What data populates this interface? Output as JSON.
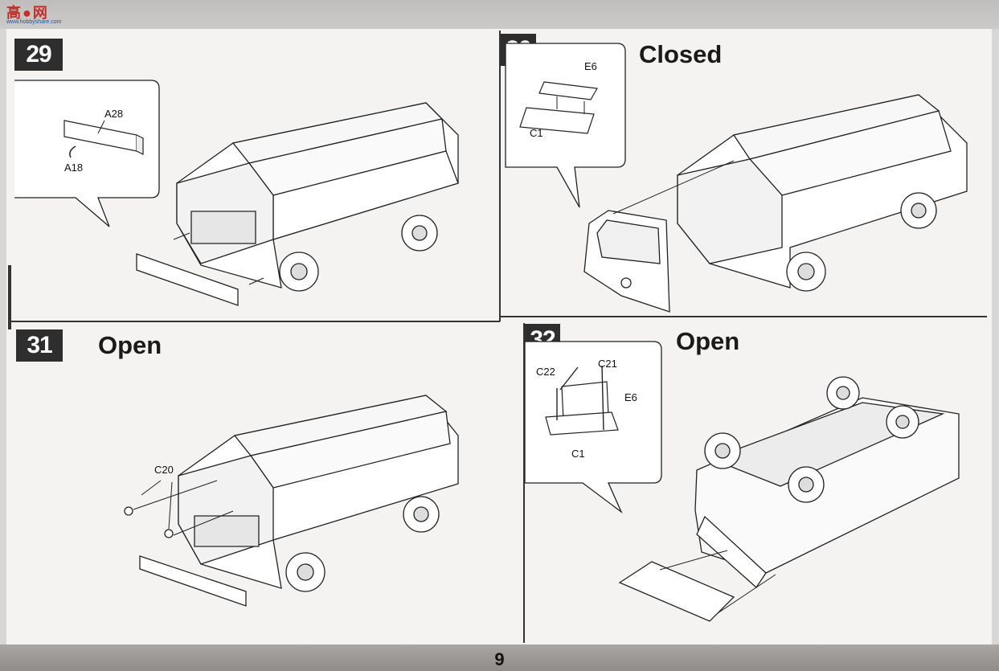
{
  "header": {
    "logo_text": "高●网",
    "logo_url": "www.hobbyshare.com"
  },
  "page_number": "9",
  "steps": [
    {
      "number": "29",
      "title": "",
      "parts": [
        "A28",
        "A18"
      ]
    },
    {
      "number": "30",
      "title": "Closed",
      "parts": [
        "E6",
        "C1"
      ]
    },
    {
      "number": "31",
      "title": "Open",
      "parts": [
        "C20"
      ]
    },
    {
      "number": "32",
      "title": "Open",
      "parts": [
        "C22",
        "C21",
        "E6",
        "C1"
      ]
    }
  ],
  "colors": {
    "badge": "#2e2e2e",
    "paper": "#f4f3f1",
    "line": "#222222"
  }
}
